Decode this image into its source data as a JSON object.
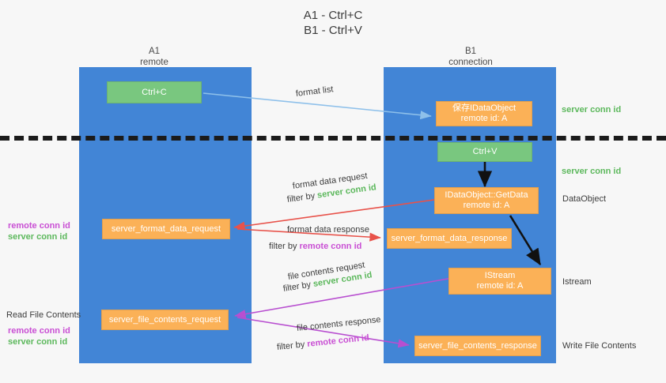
{
  "title": {
    "line1": "A1 - Ctrl+C",
    "line2": "B1 - Ctrl+V"
  },
  "lanes": [
    {
      "name": "A1",
      "sub": "remote"
    },
    {
      "name": "B1",
      "sub": "connection"
    }
  ],
  "nodes": {
    "ctrl_c": "Ctrl+C",
    "ctrl_v": "Ctrl+V",
    "idataobject_title": "保存IDataObject",
    "idataobject_sub": "remote id: A",
    "getdata_title": "IDataObject::GetData",
    "getdata_sub": "remote id: A",
    "istream_title": "IStream",
    "istream_sub": "remote id: A",
    "server_format_data_request": "server_format_data_request",
    "server_format_data_response": "server_format_data_response",
    "server_file_contents_request": "server_file_contents_request",
    "server_file_contents_response": "server_file_contents_response"
  },
  "edge_labels": {
    "format_list": "format list",
    "format_data_request": "format data request",
    "format_data_request_filter_prefix": "filter by ",
    "format_data_request_filter_value": "server conn id",
    "format_data_response": "format data response",
    "format_data_response_filter_prefix": "filter by ",
    "format_data_response_filter_value": "remote conn id",
    "file_contents_request": "file contents request",
    "file_contents_request_filter_prefix": "filter by ",
    "file_contents_request_filter_value": "server conn id",
    "file_contents_response": "file contents response",
    "file_contents_response_filter_prefix": "filter by ",
    "file_contents_response_filter_value": "remote conn id"
  },
  "annotations": {
    "right_server_conn_id_top": "server conn id",
    "right_server_conn_id_mid": "server conn id",
    "right_dataobject": "DataObject",
    "right_istream": "Istream",
    "right_write_file_contents": "Write File Contents",
    "left_remote_conn_id_1": "remote conn id",
    "left_server_conn_id_1": "server conn id",
    "left_read_file_contents": "Read File Contents",
    "left_remote_conn_id_2": "remote conn id",
    "left_server_conn_id_2": "server conn id"
  },
  "colors": {
    "lane": "#4285d6",
    "green_node": "#79c77f",
    "orange_node": "#fbb157",
    "green_text": "#5cb85c",
    "purple_text": "#c94fd4",
    "red_arrow": "#e8524a",
    "purple_arrow": "#b84fd0",
    "blue_arrow": "#8ec0ea",
    "black_arrow": "#111111"
  }
}
